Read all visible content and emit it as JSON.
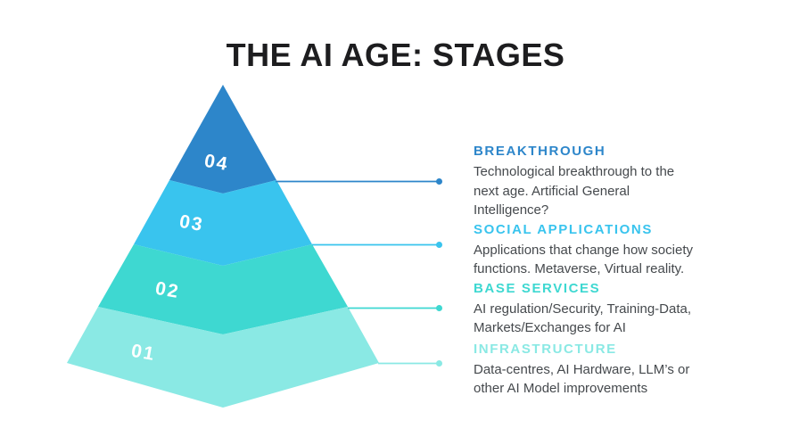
{
  "title": "THE AI AGE: STAGES",
  "title_color": "#1d1d1f",
  "body_text_color": "#45494d",
  "background_color": "#ffffff",
  "stages": [
    {
      "number": "04",
      "heading": "BREAKTHROUGH",
      "color": "#2d86ca",
      "lines": [
        "Technological breakthrough to the",
        "next age. Artificial General",
        "Intelligence?"
      ]
    },
    {
      "number": "03",
      "heading": "SOCIAL APPLICATIONS",
      "color": "#39c4ee",
      "lines": [
        "Applications that change how society",
        "functions. Metaverse, Virtual reality."
      ]
    },
    {
      "number": "02",
      "heading": "BASE SERVICES",
      "color": "#3ed8d1",
      "lines": [
        "AI regulation/Security, Training-Data,",
        "Markets/Exchanges for AI"
      ]
    },
    {
      "number": "01",
      "heading": "INFRASTRUCTURE",
      "color": "#8ae9e4",
      "lines": [
        "Data-centres, AI Hardware, LLM’s or",
        "other AI Model improvements"
      ]
    }
  ]
}
